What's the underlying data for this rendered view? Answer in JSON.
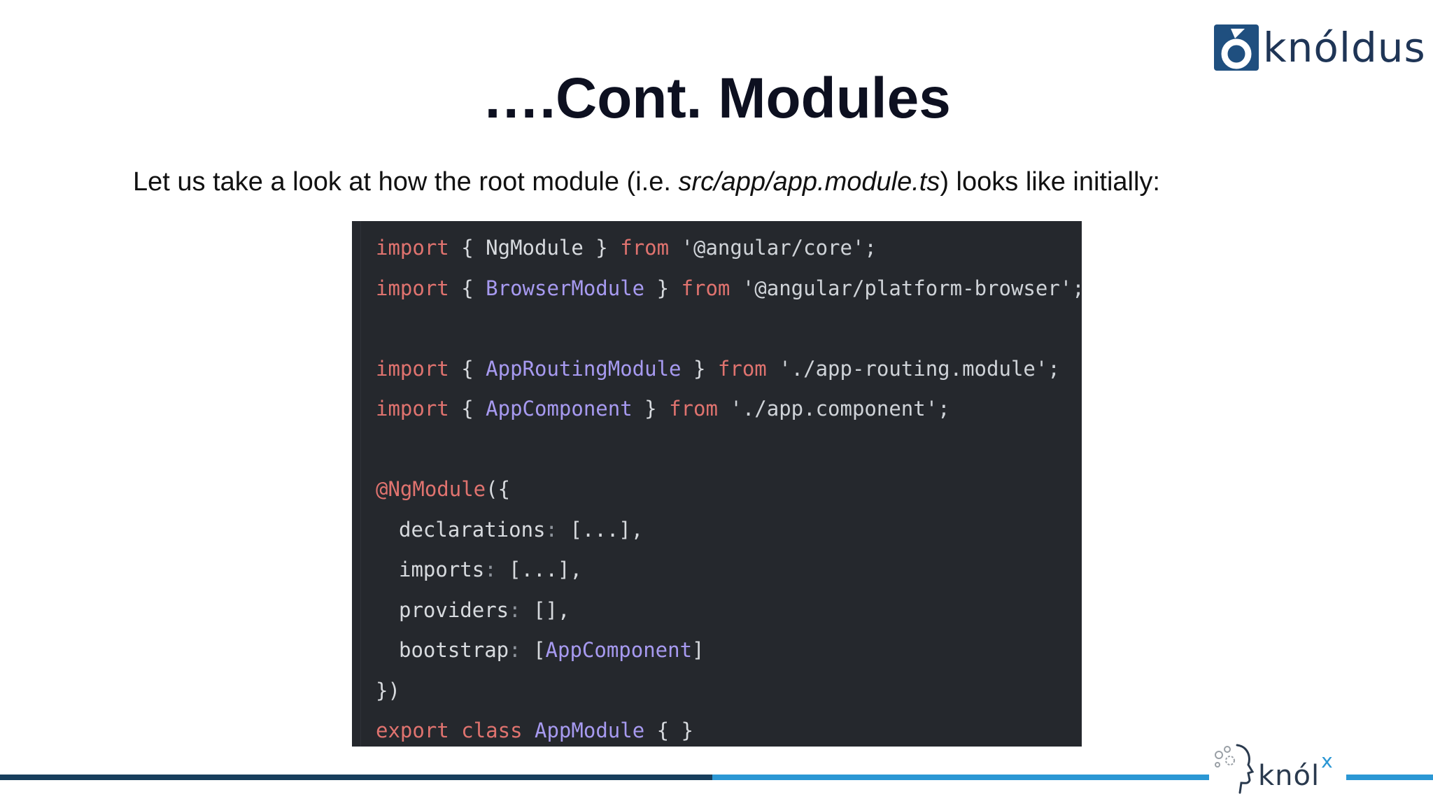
{
  "brand": {
    "logo_text": "knóldus",
    "footer_logo_text": "knól",
    "footer_logo_superscript": "x",
    "colors": {
      "navy": "#173e5c",
      "blue": "#2b97d4",
      "code_bg": "#25282d",
      "keyword": "#e0736f",
      "identifier": "#a79af0"
    }
  },
  "slide": {
    "title": "….Cont. Modules",
    "intro_before": "Let us take a look at how the root module (i.e. ",
    "intro_path": "src/app/app.module.ts",
    "intro_after": ") looks like initially:"
  },
  "code": {
    "lines": [
      {
        "tokens": [
          {
            "t": "import",
            "c": "kw"
          },
          {
            "t": " { ",
            "c": "punc"
          },
          {
            "t": "NgModule",
            "c": "punc"
          },
          {
            "t": " } ",
            "c": "punc"
          },
          {
            "t": "from",
            "c": "kw"
          },
          {
            "t": " '@angular/core';",
            "c": "str"
          }
        ]
      },
      {
        "tokens": [
          {
            "t": "import",
            "c": "kw"
          },
          {
            "t": " { ",
            "c": "punc"
          },
          {
            "t": "BrowserModule",
            "c": "id"
          },
          {
            "t": " } ",
            "c": "punc"
          },
          {
            "t": "from",
            "c": "kw"
          },
          {
            "t": " '@angular/platform-browser';",
            "c": "str"
          }
        ]
      },
      {
        "tokens": []
      },
      {
        "tokens": [
          {
            "t": "import",
            "c": "kw"
          },
          {
            "t": " { ",
            "c": "punc"
          },
          {
            "t": "AppRoutingModule",
            "c": "id"
          },
          {
            "t": " } ",
            "c": "punc"
          },
          {
            "t": "from",
            "c": "kw"
          },
          {
            "t": " './app-routing.module';",
            "c": "str"
          }
        ]
      },
      {
        "tokens": [
          {
            "t": "import",
            "c": "kw"
          },
          {
            "t": " { ",
            "c": "punc"
          },
          {
            "t": "AppComponent",
            "c": "id"
          },
          {
            "t": " } ",
            "c": "punc"
          },
          {
            "t": "from",
            "c": "kw"
          },
          {
            "t": " './app.component';",
            "c": "str"
          }
        ]
      },
      {
        "tokens": []
      },
      {
        "tokens": [
          {
            "t": "@NgModule",
            "c": "kw"
          },
          {
            "t": "({",
            "c": "punc"
          }
        ]
      },
      {
        "indent": true,
        "tokens": [
          {
            "t": "declarations",
            "c": "punc"
          },
          {
            "t": ":",
            "c": "dim"
          },
          {
            "t": " [...],",
            "c": "punc"
          }
        ]
      },
      {
        "indent": true,
        "tokens": [
          {
            "t": "imports",
            "c": "punc"
          },
          {
            "t": ":",
            "c": "dim"
          },
          {
            "t": " [...],",
            "c": "punc"
          }
        ]
      },
      {
        "indent": true,
        "tokens": [
          {
            "t": "providers",
            "c": "punc"
          },
          {
            "t": ":",
            "c": "dim"
          },
          {
            "t": " [],",
            "c": "punc"
          }
        ]
      },
      {
        "indent": true,
        "tokens": [
          {
            "t": "bootstrap",
            "c": "punc"
          },
          {
            "t": ":",
            "c": "dim"
          },
          {
            "t": " [",
            "c": "punc"
          },
          {
            "t": "AppComponent",
            "c": "id"
          },
          {
            "t": "]",
            "c": "punc"
          }
        ]
      },
      {
        "tokens": [
          {
            "t": "})",
            "c": "punc"
          }
        ]
      },
      {
        "tokens": [
          {
            "t": "export",
            "c": "kw"
          },
          {
            "t": " ",
            "c": "punc"
          },
          {
            "t": "class",
            "c": "kw"
          },
          {
            "t": " ",
            "c": "punc"
          },
          {
            "t": "AppModule",
            "c": "id"
          },
          {
            "t": " { }",
            "c": "punc"
          }
        ]
      }
    ]
  }
}
